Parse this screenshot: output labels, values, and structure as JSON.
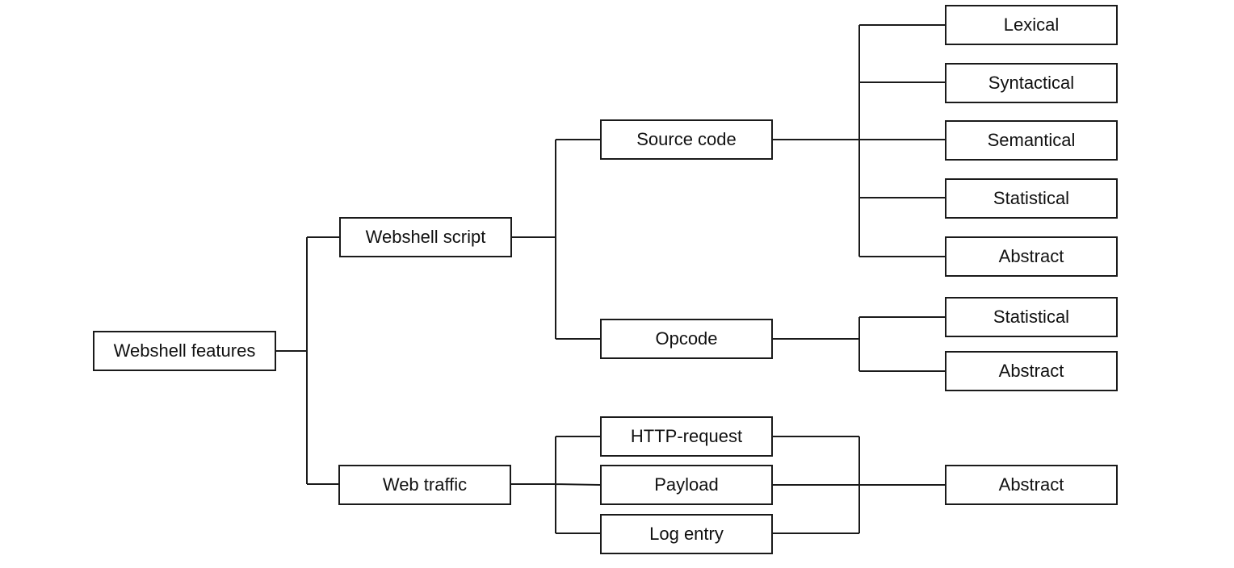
{
  "diagram": {
    "root": "Webshell features",
    "level1": {
      "webshell_script": "Webshell script",
      "web_traffic": "Web traffic"
    },
    "level2": {
      "source_code": "Source code",
      "opcode": "Opcode",
      "http_request": "HTTP-request",
      "payload": "Payload",
      "log_entry": "Log entry"
    },
    "source_code_features": [
      "Lexical",
      "Syntactical",
      "Semantical",
      "Statistical",
      "Abstract"
    ],
    "opcode_features": [
      "Statistical",
      "Abstract"
    ],
    "traffic_features": [
      "Abstract"
    ]
  }
}
